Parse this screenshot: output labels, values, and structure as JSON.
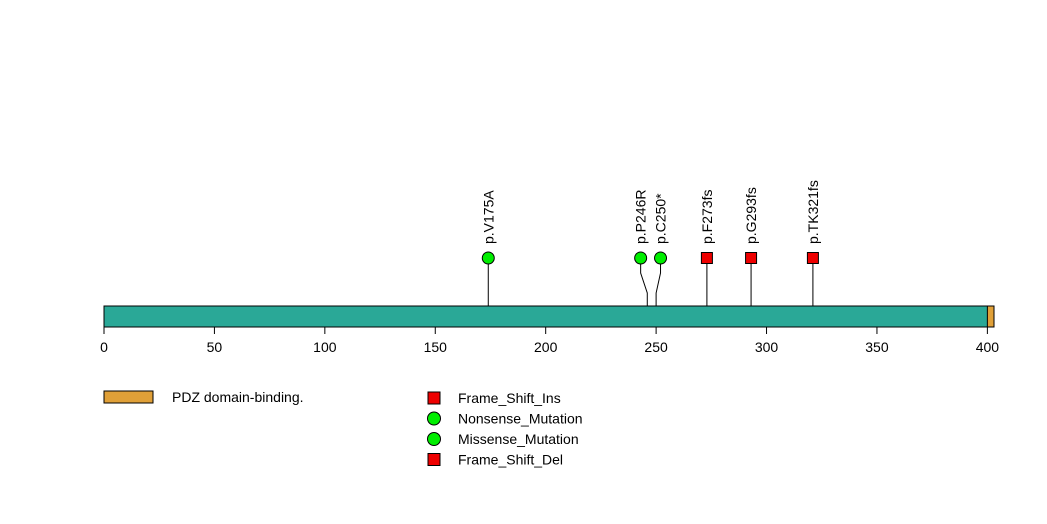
{
  "chart_data": {
    "type": "lollipop",
    "protein_length": 403,
    "xlim": [
      0,
      403
    ],
    "x_ticks": [
      0,
      50,
      100,
      150,
      200,
      250,
      300,
      350,
      400
    ],
    "backbone_color": "#2aa897",
    "domains": [
      {
        "name": "PDZ domain-binding.",
        "start": 400,
        "end": 403,
        "color": "#e0a038"
      }
    ],
    "mutations": [
      {
        "label": "p.V175A",
        "position": 174,
        "head_position": 174,
        "type": "Missense_Mutation",
        "shape": "circle",
        "color": "#00ee00"
      },
      {
        "label": "p.P246R",
        "position": 246,
        "head_position": 243,
        "type": "Missense_Mutation",
        "shape": "circle",
        "color": "#00ee00"
      },
      {
        "label": "p.C250*",
        "position": 250,
        "head_position": 252,
        "type": "Nonsense_Mutation",
        "shape": "circle",
        "color": "#00ee00"
      },
      {
        "label": "p.F273fs",
        "position": 273,
        "head_position": 273,
        "type": "Frame_Shift_Del",
        "shape": "square",
        "color": "#ee0000"
      },
      {
        "label": "p.G293fs",
        "position": 293,
        "head_position": 293,
        "type": "Frame_Shift_Ins",
        "shape": "square",
        "color": "#ee0000"
      },
      {
        "label": "p.TK321fs",
        "position": 321,
        "head_position": 321,
        "type": "Frame_Shift_Del",
        "shape": "square",
        "color": "#ee0000"
      }
    ],
    "legend_mutation_types": [
      {
        "label": "Frame_Shift_Ins",
        "shape": "square",
        "color": "#ee0000"
      },
      {
        "label": "Nonsense_Mutation",
        "shape": "circle",
        "color": "#00ee00"
      },
      {
        "label": "Missense_Mutation",
        "shape": "circle",
        "color": "#00ee00"
      },
      {
        "label": "Frame_Shift_Del",
        "shape": "square",
        "color": "#ee0000"
      }
    ]
  }
}
